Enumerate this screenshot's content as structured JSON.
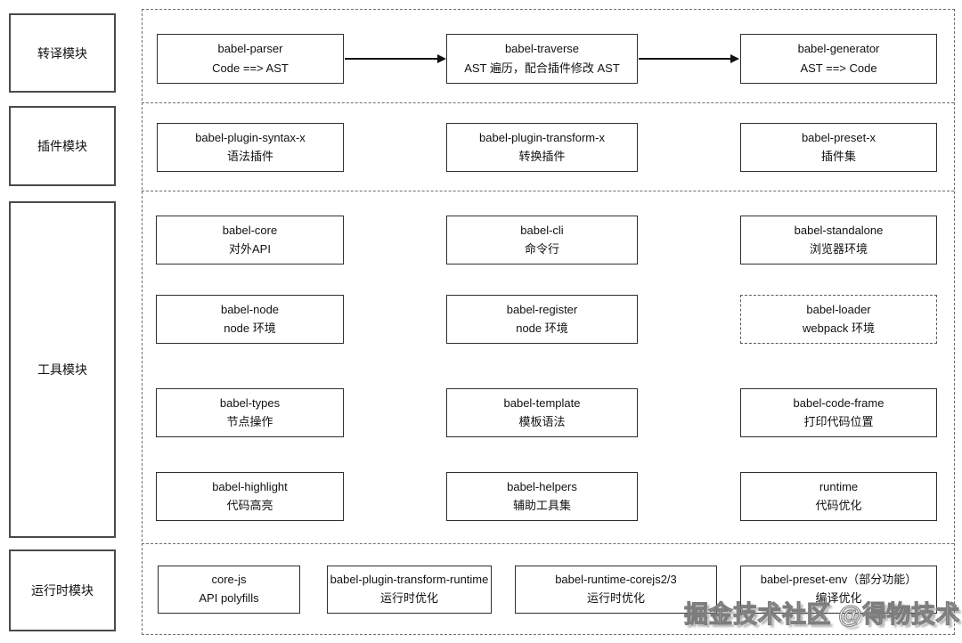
{
  "watermark": "掘金技术社区 @得物技术",
  "groups": [
    {
      "label": "转译模块",
      "boxes": [
        {
          "title": "babel-parser",
          "subtitle": "Code ==> AST"
        },
        {
          "title": "babel-traverse",
          "subtitle": "AST 遍历，配合插件修改 AST"
        },
        {
          "title": "babel-generator",
          "subtitle": "AST ==> Code"
        }
      ]
    },
    {
      "label": "插件模块",
      "boxes": [
        {
          "title": "babel-plugin-syntax-x",
          "subtitle": "语法插件"
        },
        {
          "title": "babel-plugin-transform-x",
          "subtitle": "转换插件"
        },
        {
          "title": "babel-preset-x",
          "subtitle": "插件集"
        }
      ]
    },
    {
      "label": "工具模块",
      "boxes": [
        {
          "title": "babel-core",
          "subtitle": "对外API"
        },
        {
          "title": "babel-cli",
          "subtitle": "命令行"
        },
        {
          "title": "babel-standalone",
          "subtitle": "浏览器环境"
        },
        {
          "title": "babel-node",
          "subtitle": "node 环境"
        },
        {
          "title": "babel-register",
          "subtitle": "node 环境"
        },
        {
          "title": "babel-loader",
          "subtitle": "webpack 环境"
        },
        {
          "title": "babel-types",
          "subtitle": "节点操作"
        },
        {
          "title": "babel-template",
          "subtitle": "模板语法"
        },
        {
          "title": "babel-code-frame",
          "subtitle": "打印代码位置"
        },
        {
          "title": "babel-highlight",
          "subtitle": "代码高亮"
        },
        {
          "title": "babel-helpers",
          "subtitle": "辅助工具集"
        },
        {
          "title": "runtime",
          "subtitle": "代码优化"
        }
      ]
    },
    {
      "label": "运行时模块",
      "boxes": [
        {
          "title": "core-js",
          "subtitle": "API polyfills"
        },
        {
          "title": "babel-plugin-transform-runtime",
          "subtitle": "运行时优化"
        },
        {
          "title": "babel-runtime-corejs2/3",
          "subtitle": "运行时优化"
        },
        {
          "title": "babel-preset-env（部分功能）",
          "subtitle": "编译优化"
        }
      ]
    }
  ],
  "colors": {
    "background": "#ffffff",
    "node_border": "#2e2e2e",
    "dashed_border": "#6e6e6e",
    "label_border": "#4a4a4a",
    "text": "#111111",
    "arrow": "#111111",
    "watermark_fill": "#fdfdfd",
    "watermark_outline": "#7d7d7d"
  }
}
